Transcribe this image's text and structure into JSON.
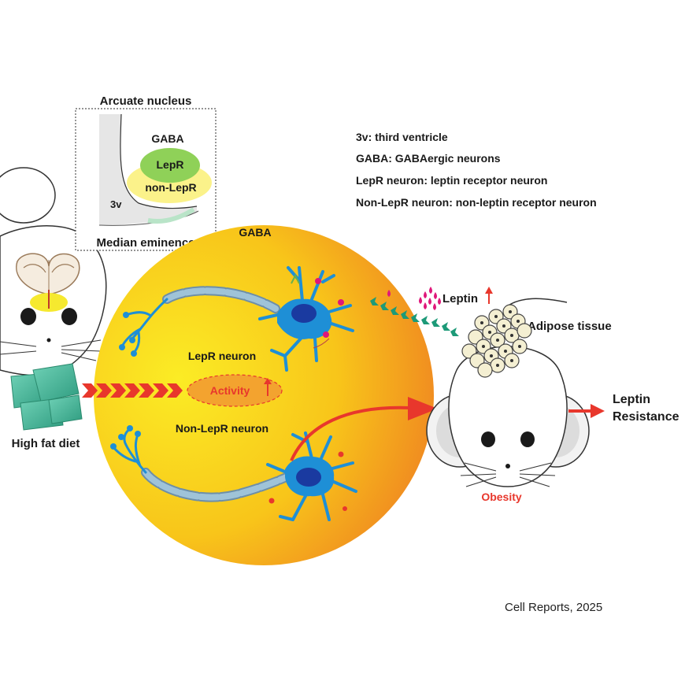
{
  "inset": {
    "title": "Arcuate nucleus",
    "gaba": "GABA",
    "lepr": "LepR",
    "non_lepr": "non-LepR",
    "ventricle": "3v",
    "bottom": "Median eminence"
  },
  "legend": [
    "3v: third ventricle",
    "GABA: GABAergic neurons",
    "LepR neuron: leptin receptor neuron",
    "Non-LepR neuron: non-leptin receptor neuron"
  ],
  "circle_label": "GABA",
  "lepr_neuron_label": "LepR neuron",
  "non_lepr_neuron_label": "Non-LepR neuron",
  "activity_label": "Activity",
  "diet_label": "High fat diet",
  "leptin_label": "Leptin",
  "adipose_label": "Adipose tissue",
  "obesity_label": "Obesity",
  "resistance_line1": "Leptin",
  "resistance_line2": "Resistance",
  "citation": "Cell Reports, 2025",
  "colors": {
    "circle_inner": "#f7e21a",
    "circle_outer": "#f0921e",
    "neuron": "#1e8fd6",
    "neuron_body": "#1a3aa0",
    "arrow_red": "#e8372c",
    "leptin_magenta": "#e0177a",
    "chevron_teal": "#1d9a78",
    "diet_food": "#4ab59a",
    "lepr_ellipse": "#8fd158",
    "non_lepr_ellipse": "#fbf28a"
  }
}
